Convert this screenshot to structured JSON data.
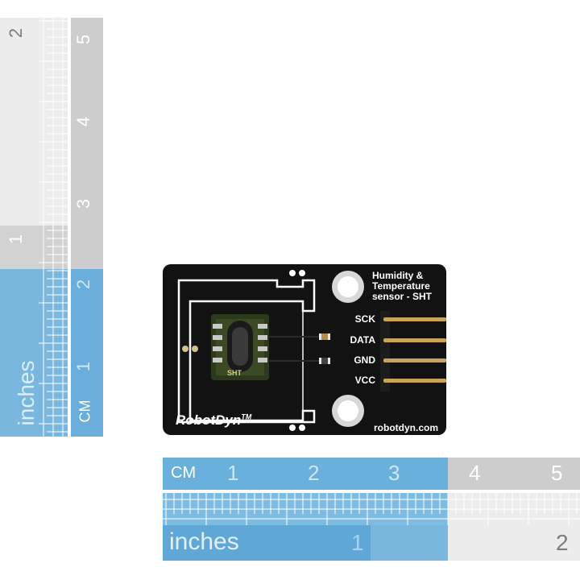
{
  "vertical_ruler": {
    "inch_unit": "inches",
    "cm_unit": "CM",
    "inch_numbers": [
      "1",
      "2"
    ],
    "cm_numbers": [
      "1",
      "2",
      "3",
      "4",
      "5"
    ]
  },
  "horizontal_ruler": {
    "cm_unit": "CM",
    "inch_unit": "inches",
    "cm_numbers": [
      "1",
      "2",
      "3",
      "4",
      "5"
    ],
    "inch_numbers": [
      "1",
      "2"
    ]
  },
  "board": {
    "title_lines": [
      "Humidity &",
      "Temperature",
      "sensor - SHT"
    ],
    "pins": [
      "SCK",
      "DATA",
      "GND",
      "VCC"
    ],
    "brand": "RobotDyn",
    "trademark": "TM",
    "website": "robotdyn.com",
    "chip_mark": "SHT",
    "colors": {
      "pcb": "#111111",
      "silkscreen": "#ffffff",
      "pins": "#c8a35a",
      "chip_board": "#2c3a1c",
      "ruler_blue": "#69b0dc",
      "ruler_grey": "#cfcfcf"
    }
  }
}
